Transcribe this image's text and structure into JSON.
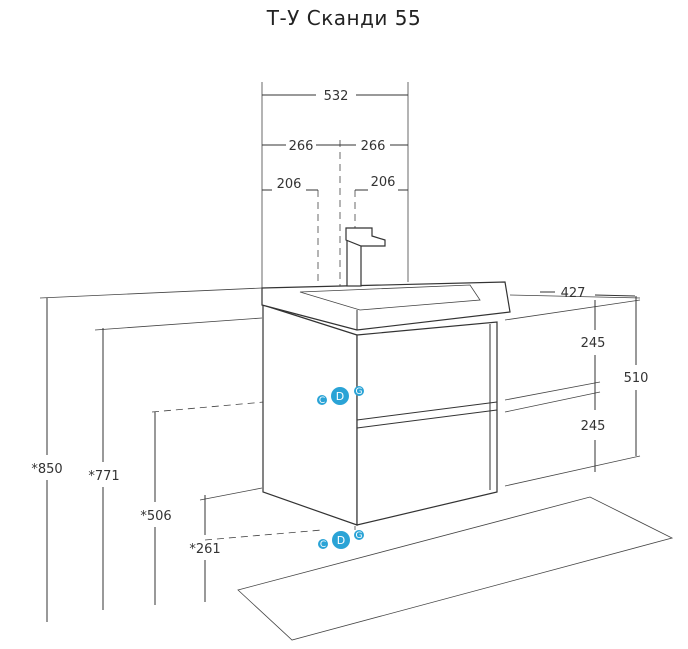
{
  "title": "Т-У Сканди 55",
  "dimensions": {
    "width_total": "532",
    "half_left": "266",
    "half_right": "266",
    "offset_left": "206",
    "offset_right": "206",
    "depth": "427",
    "upper_gap": "245",
    "lower_gap": "245",
    "vertical_510": "510",
    "height_850": "*850",
    "height_771": "*771",
    "height_506": "*506",
    "height_261": "*261"
  },
  "connectors": {
    "cold": "C",
    "drain": "D",
    "hot": "G"
  },
  "colors": {
    "connector": "#2aa3d6",
    "line": "#333333"
  }
}
